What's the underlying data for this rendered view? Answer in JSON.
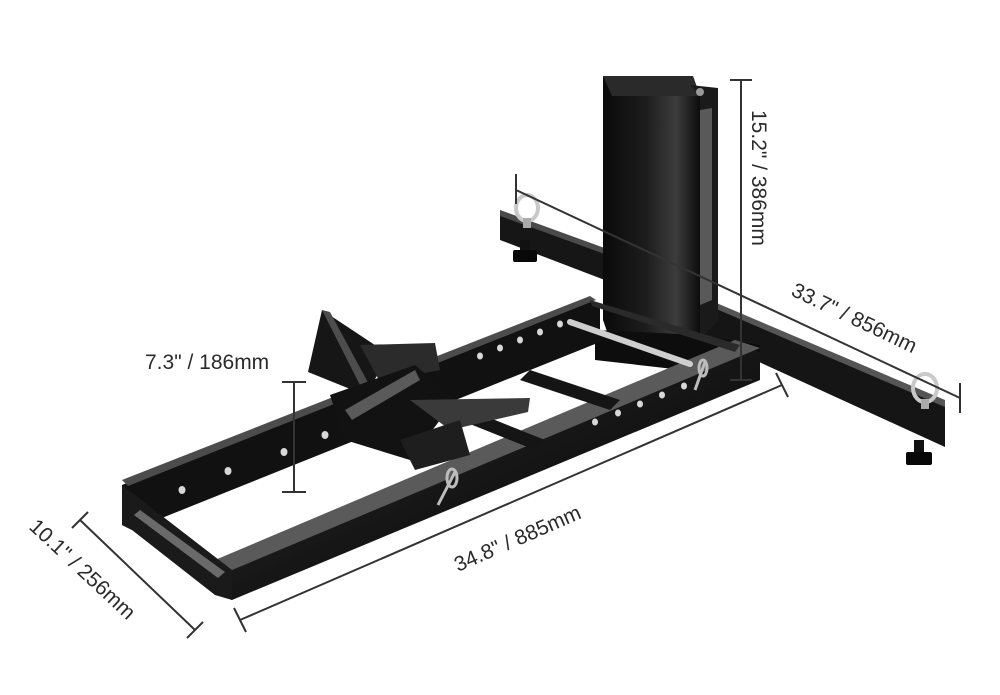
{
  "dimensions": {
    "height": "15.2\" / 386mm",
    "width": "33.7\" / 856mm",
    "chock_height": "7.3\" / 186mm",
    "length": "34.8\" / 885mm",
    "base_width": "10.1\" / 256mm"
  },
  "colors": {
    "background": "#ffffff",
    "metal": "#141414",
    "metal_highlight": "#4a4a4a",
    "dimension_line": "#333333"
  }
}
